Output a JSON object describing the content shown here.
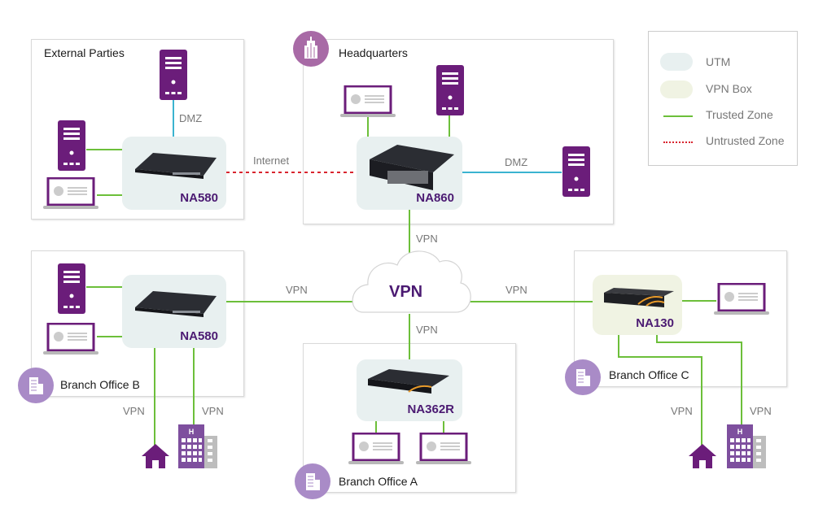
{
  "legend": {
    "items": [
      {
        "label": "UTM",
        "swatch": "utm-fill",
        "color": "#e8f0f0"
      },
      {
        "label": "VPN Box",
        "swatch": "vpnbox-fill",
        "color": "#f0f3e3"
      },
      {
        "label": "Trusted Zone",
        "swatch": "solid-line",
        "color": "#6cbf3a"
      },
      {
        "label": "Untrusted Zone",
        "swatch": "dotted-line",
        "color": "#d9252f"
      }
    ]
  },
  "zones": {
    "external": {
      "title": "External Parties",
      "device": "NA580",
      "dmz_label": "DMZ"
    },
    "hq": {
      "title": "Headquarters",
      "device": "NA860",
      "dmz_label": "DMZ"
    },
    "branch_b": {
      "title": "Branch Office B",
      "device": "NA580"
    },
    "branch_a": {
      "title": "Branch Office A",
      "device": "NA362R"
    },
    "branch_c": {
      "title": "Branch Office C",
      "device": "NA130"
    }
  },
  "links": {
    "internet": "Internet",
    "vpn_hq": "VPN",
    "vpn_left": "VPN",
    "vpn_right": "VPN",
    "vpn_bottom": "VPN",
    "vpn_b_home": "VPN",
    "vpn_b_hotel": "VPN",
    "vpn_c_home": "VPN",
    "vpn_c_hotel": "VPN"
  },
  "cloud": {
    "label": "VPN"
  },
  "colors": {
    "purple": "#6b1d7a",
    "trusted": "#6cbf3a",
    "untrusted": "#d9252f",
    "dmz": "#3bb3d0",
    "device_label": "#4b1a72"
  }
}
